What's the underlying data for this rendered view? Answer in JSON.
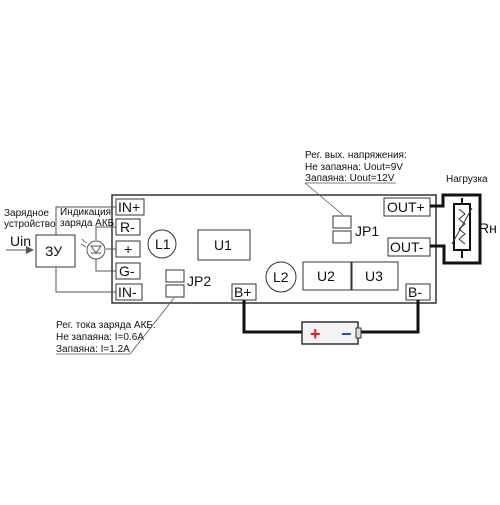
{
  "board": {
    "terminals_left": [
      "IN+",
      "R-",
      "+",
      "G-",
      "IN-"
    ],
    "terminals_right": [
      "OUT+",
      "OUT-"
    ],
    "terminals_bottom": [
      "B+",
      "B-"
    ],
    "components": [
      "L1",
      "U1",
      "L2",
      "U2",
      "U3"
    ],
    "jumpers": [
      "JP1",
      "JP2"
    ]
  },
  "charger": {
    "caption_line1": "Зарядное",
    "caption_line2": "устройство",
    "input": "Uin",
    "box": "ЗУ"
  },
  "indicator": {
    "line1": "Индикация",
    "line2": "заряда АКБ"
  },
  "jp1_note": {
    "line1": "Рег. вых. напряжения:",
    "line2": "Не запаяна: Uout=9V",
    "line3": "Запаяна: Uout=12V"
  },
  "jp2_note": {
    "line1": "Рег. тока заряда АКБ:",
    "line2": "Не запаяна: I=0.6A",
    "line3": "Запаяна: I=1.2A"
  },
  "load": {
    "caption": "Нагрузка",
    "resistor": "Rн"
  },
  "battery": {
    "plus": "+",
    "minus": "−",
    "plus_color": "#e0201c",
    "minus_color": "#1f4fbf"
  }
}
